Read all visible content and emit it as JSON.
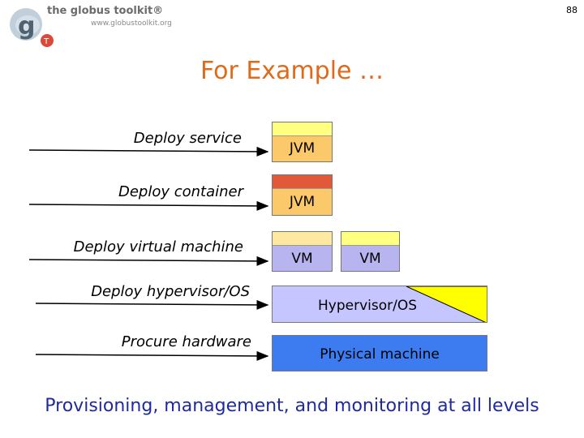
{
  "header": {
    "logo_name": "the globus toolkit®",
    "logo_url": "www.globustoolkit.org",
    "page_number": "88"
  },
  "title": "For Example …",
  "rows": [
    {
      "label": "Deploy service"
    },
    {
      "label": "Deploy container"
    },
    {
      "label": "Deploy virtual machine"
    },
    {
      "label": "Deploy hypervisor/OS"
    },
    {
      "label": "Procure hardware"
    }
  ],
  "boxes": {
    "jvm1": "JVM",
    "jvm2": "JVM",
    "vm1": "VM",
    "vm2": "VM",
    "hypervisor": "Hypervisor/OS",
    "physical": "Physical machine"
  },
  "colors": {
    "title": "#e06a1a",
    "footer": "#1f2aa0",
    "service_layer": "#ffff80",
    "container_layer": "#e05a3a",
    "jvm_fill": "#fbc86a",
    "vm_top": "#ffe8a0",
    "vm_fill": "#b8b4f0",
    "hypervisor_fill": "#c5c5ff",
    "hypervisor_wedge": "#ffff00",
    "physical_fill": "#3c7cf0"
  },
  "footer": "Provisioning, management, and monitoring at all levels"
}
